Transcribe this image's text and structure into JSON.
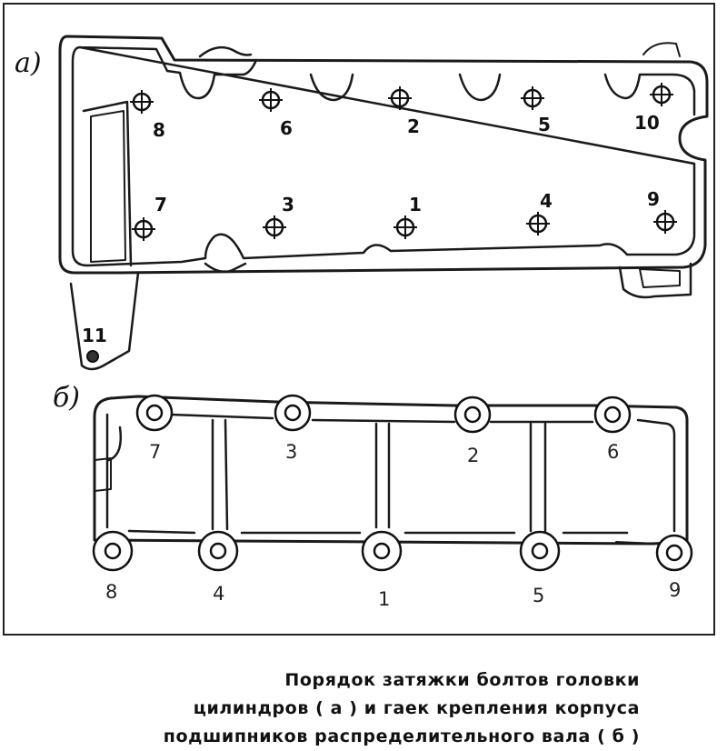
{
  "panel_a": {
    "letter": "а)",
    "bolts": [
      {
        "label": "8"
      },
      {
        "label": "6"
      },
      {
        "label": "2"
      },
      {
        "label": "5"
      },
      {
        "label": "10"
      },
      {
        "label": "7"
      },
      {
        "label": "3"
      },
      {
        "label": "1"
      },
      {
        "label": "4"
      },
      {
        "label": "9"
      },
      {
        "label": "11"
      }
    ]
  },
  "panel_b": {
    "letter": "б)",
    "nuts": [
      {
        "label": "7"
      },
      {
        "label": "3"
      },
      {
        "label": "2"
      },
      {
        "label": "6"
      },
      {
        "label": "8"
      },
      {
        "label": "4"
      },
      {
        "label": "1"
      },
      {
        "label": "5"
      },
      {
        "label": "9"
      }
    ]
  },
  "caption": {
    "line1": "Порядок затяжки болтов головки",
    "line2": "цилиндров ( а )  и гаек крепления корпуса",
    "line3": "подшипников распределительного вала ( б )"
  }
}
